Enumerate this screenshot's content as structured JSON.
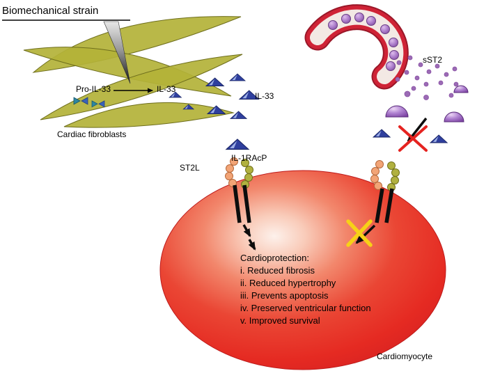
{
  "figure": {
    "type": "signaling-pathway-diagram",
    "labels": {
      "biomechanical_strain": "Biomechanical strain",
      "pro_il33": "Pro-IL-33",
      "il33_cleaved": "IL-33",
      "cardiac_fibroblasts": "Cardiac fibroblasts",
      "il33_released": "IL-33",
      "sst2": "sST2",
      "st2l": "ST2L",
      "il1racp": "IL-1RAcP",
      "cardiomyocyte": "Cardiomyocyte"
    },
    "cardioprotection": {
      "title": "Cardioprotection:",
      "items": [
        "i. Reduced fibrosis",
        "ii. Reduced hypertrophy",
        "iii. Prevents apoptosis",
        "iv. Preserved ventricular function",
        "v. Improved survival"
      ]
    },
    "colors": {
      "fibroblast_olive": "#b3b238",
      "cardiomyocyte_red": "#e62a22",
      "il33_blue": "#2f3f9e",
      "sst2_purple": "#9b6bb5",
      "bead_orange": "#f2a476",
      "bead_olive": "#b1b13f",
      "blocked_x_yellow": "#f7d117",
      "blocked_x_red": "#e52320",
      "vessel_red": "#cf2336"
    }
  }
}
